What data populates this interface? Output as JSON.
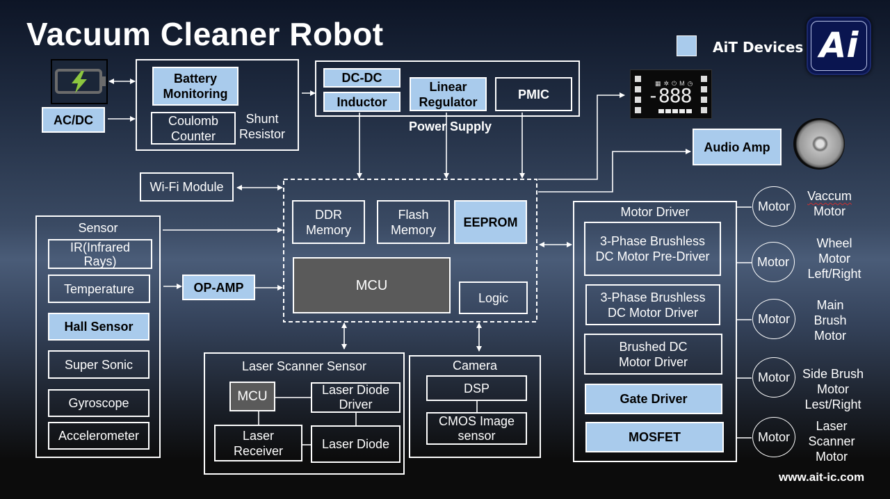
{
  "title": "Vacuum Cleaner Robot",
  "legend": {
    "label": "AiT Devices",
    "color": "#a9cbec"
  },
  "logo": {
    "text": "Ai",
    "name": "ait-logo"
  },
  "website": "www.ait-ic.com",
  "colors": {
    "ait_device": "#a9cbec",
    "mcu_block": "#5a5a5a",
    "battery_bolt": "#8cc63f"
  },
  "power_input": {
    "battery_icon": "battery-charging-icon",
    "ac_dc": "AC/DC"
  },
  "battery_group": {
    "battery_monitoring": "Battery Monitoring",
    "coulomb_counter": "Coulomb Counter",
    "shunt_resistor": "Shunt Resistor"
  },
  "power_supply": {
    "label": "Power Supply",
    "dc_dc": "DC-DC",
    "inductor": "Inductor",
    "linear_regulator": "Linear Regulator",
    "pmic": "PMIC"
  },
  "outputs": {
    "display_icon": "lcd-display-icon",
    "audio_amp": "Audio Amp",
    "speaker_icon": "speaker-icon"
  },
  "wifi": "Wi-Fi Module",
  "controller": {
    "ddr": "DDR Memory",
    "flash": "Flash Memory",
    "eeprom": "EEPROM",
    "mcu": "MCU",
    "logic": "Logic"
  },
  "sensor": {
    "title": "Sensor",
    "items": [
      "IR(Infrared Rays)",
      "Temperature",
      "Hall Sensor",
      "Super Sonic",
      "Gyroscope",
      "Accelerometer"
    ],
    "op_amp": "OP-AMP"
  },
  "laser_scanner": {
    "title": "Laser Scanner Sensor",
    "mcu": "MCU",
    "laser_diode_driver": "Laser Diode Driver",
    "laser_receiver": "Laser Receiver",
    "laser_diode": "Laser Diode"
  },
  "camera": {
    "title": "Camera",
    "dsp": "DSP",
    "cmos": "CMOS Image sensor"
  },
  "motor_driver": {
    "title": "Motor Driver",
    "items": [
      "3-Phase Brushless DC Motor Pre-Driver",
      "3-Phase Brushless DC Motor Driver",
      "Brushed DC Motor Driver",
      "Gate Driver",
      "MOSFET"
    ]
  },
  "motors": [
    {
      "circle": "Motor",
      "label_line1": "Vaccum",
      "label_rest": "Motor"
    },
    {
      "circle": "Motor",
      "label_line1": "Wheel",
      "label_rest": "Motor Left/Right"
    },
    {
      "circle": "Motor",
      "label_line1": "Main",
      "label_rest": "Brush Motor"
    },
    {
      "circle": "Motor",
      "label_line1": "Side Brush",
      "label_rest": "Motor Lest/Right"
    },
    {
      "circle": "Motor",
      "label_line1": "Laser",
      "label_rest": "Scanner Motor"
    }
  ]
}
